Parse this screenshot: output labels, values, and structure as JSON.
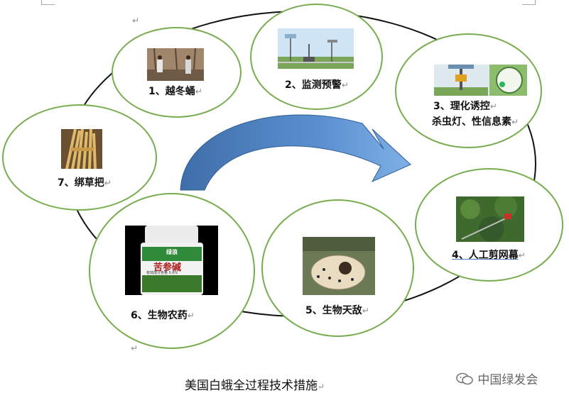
{
  "nodes": [
    {
      "id": "n1",
      "label": "1、越冬蛹",
      "icon": "photo-field-workers"
    },
    {
      "id": "n2",
      "label": "2、监测预警",
      "icon": "photo-monitoring-station"
    },
    {
      "id": "n3a",
      "label": "3、理化诱控",
      "icon": "photo-insect-lamp"
    },
    {
      "id": "n3b",
      "label": "杀虫灯、性信息素"
    },
    {
      "id": "n4",
      "label": "4、人工剪网幕",
      "icon": "photo-net-cutting"
    },
    {
      "id": "n5",
      "label": "5、生物天敌",
      "icon": "photo-parasitized-cocoon"
    },
    {
      "id": "n6",
      "label": "6、生物农药",
      "icon": "photo-pesticide-bottle"
    },
    {
      "id": "n7",
      "label": "7、绑草把",
      "icon": "photo-straw-bundle"
    }
  ],
  "bottle": {
    "brand": "绿浪",
    "name": "苦参碱",
    "sub": "有效成分含量 0.6%"
  },
  "return_mark": "↵",
  "caption": "美国白蛾全过程技术措施",
  "watermark": {
    "text": "中国绿发会",
    "icon": "wechat-icon"
  },
  "colors": {
    "circle_border": "#78ad4f",
    "ring": "#111111",
    "arrow": "#4f7fbd"
  }
}
